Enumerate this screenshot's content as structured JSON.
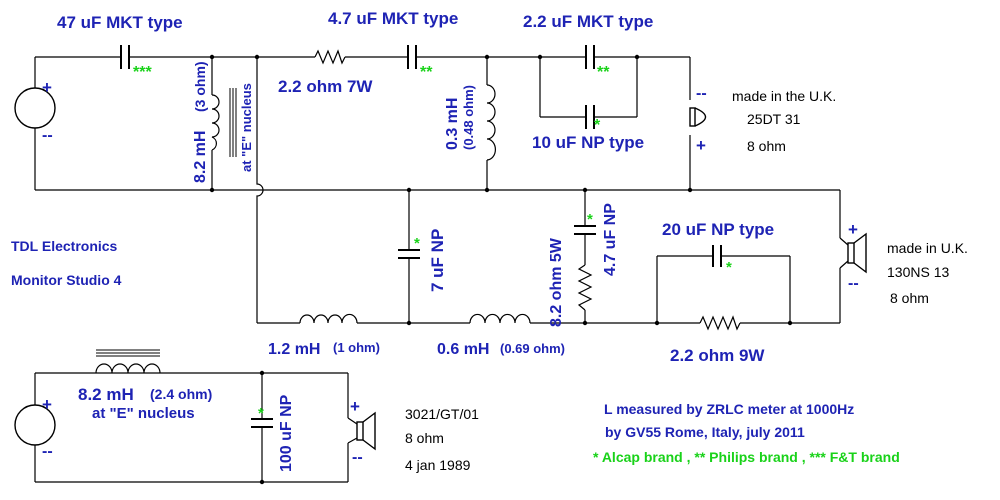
{
  "labels": {
    "cap_47": "47 uF MKT type",
    "cap_47_note": "***",
    "cap_47b": "4.7 uF MKT type",
    "cap_47b_note": "**",
    "cap_22": "2.2 uF MKT type",
    "cap_22_note": "**",
    "cap_10_note": "*",
    "cap_10": "10 uF NP type",
    "res_22_7w": "2.2 ohm 7W",
    "ind_82": "8.2 mH",
    "ind_82_r": "(3 ohm)",
    "ind_82_core": "at \"E\" nucleus",
    "ind_03": "0.3 mH",
    "ind_03_r": "(0.48 ohm)",
    "cap_7": "7 uF NP",
    "cap_7_note": "*",
    "res_82_5w": "8.2 ohm 5W",
    "cap_47c": "4.7 uF NP",
    "cap_47c_note": "*",
    "cap_20": "20 uF NP type",
    "cap_20_note": "*",
    "ind_12": "1.2 mH",
    "ind_12_r": "(1 ohm)",
    "ind_06": "0.6 mH",
    "ind_06_r": "(0.69 ohm)",
    "res_22_9w": "2.2 ohm 9W",
    "ind_82b": "8.2 mH",
    "ind_82b_r": "(2.4 ohm)",
    "ind_82b_core": "at \"E\" nucleus",
    "cap_100": "100 uF NP",
    "cap_100_note": "*",
    "plus": "+",
    "minus": "--"
  },
  "speakers": {
    "tweeter_origin": "made in the U.K.",
    "tweeter_model": "25DT 31",
    "tweeter_imp": "8 ohm",
    "woofer_origin": "made in U.K.",
    "woofer_model": "130NS 13",
    "woofer_imp": "8 ohm",
    "sub_model": "3021/GT/01",
    "sub_imp": "8 ohm",
    "sub_date": "4 jan 1989"
  },
  "product": {
    "brand": "TDL Electronics",
    "model": "Monitor Studio 4"
  },
  "notes": {
    "measure": "L measured by ZRLC meter at 1000Hz",
    "author": "by GV55 Rome, Italy, july 2011",
    "brands": "* Alcap brand , ** Philips brand , *** F&T brand"
  },
  "colors": {
    "label": "#1e23b4",
    "note": "#19d219",
    "wire": "#000000"
  }
}
